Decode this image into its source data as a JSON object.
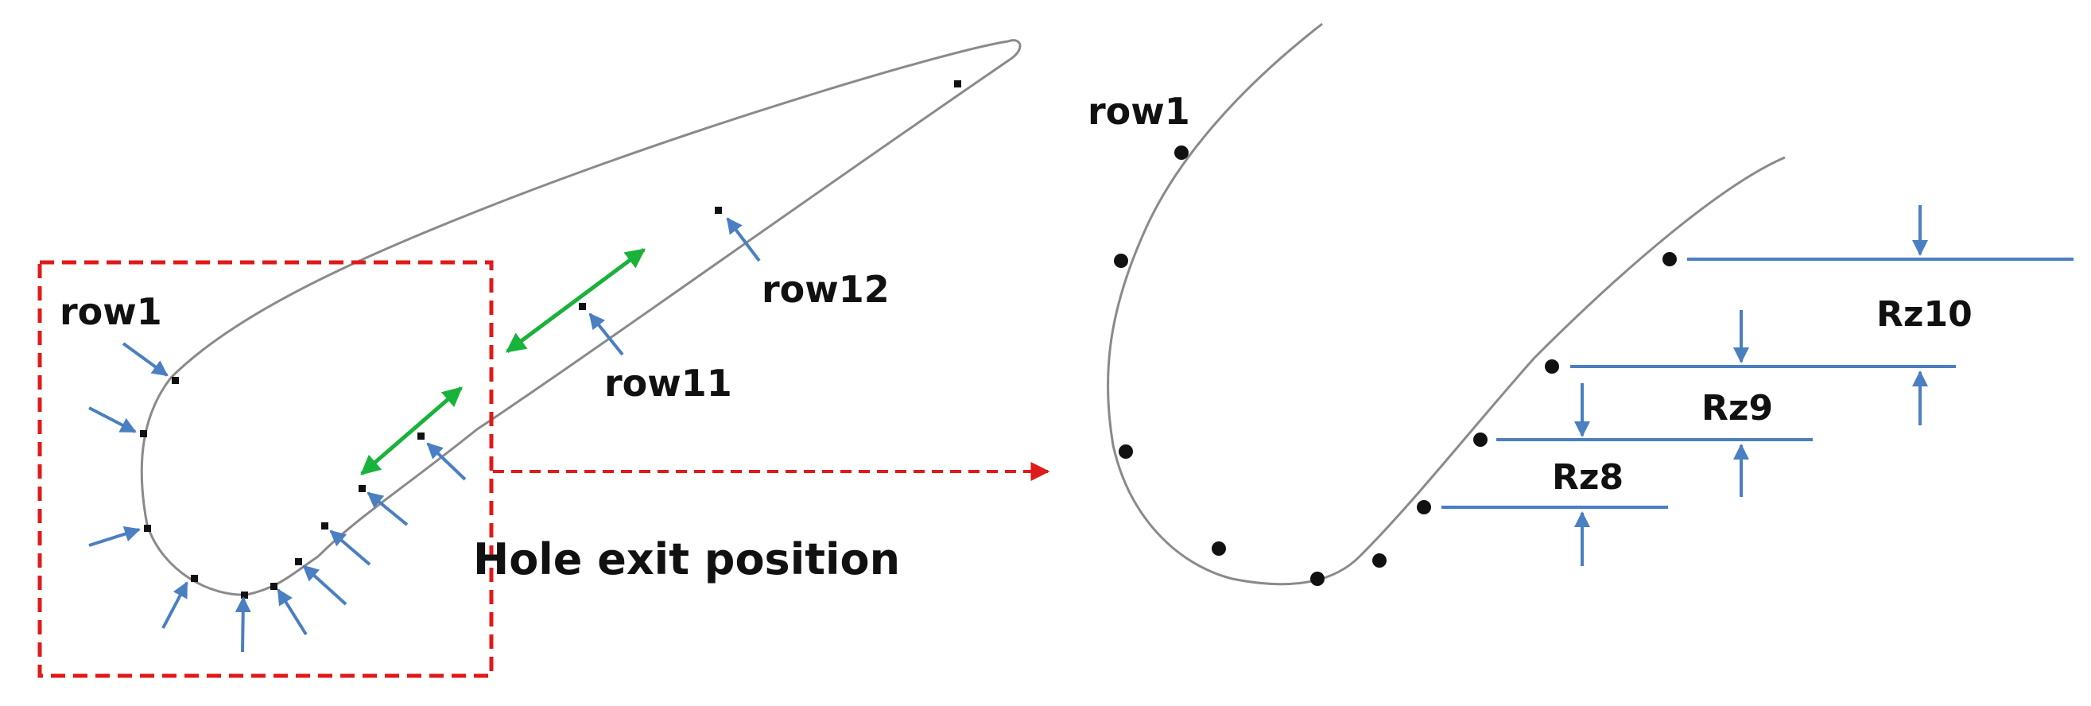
{
  "left": {
    "row1_label": "row1",
    "row11_label": "row11",
    "row12_label": "row12",
    "caption": "Hole exit position"
  },
  "right": {
    "row1_label": "row1",
    "rz8_label": "Rz8",
    "rz9_label": "Rz9",
    "rz10_label": "Rz10"
  },
  "colors": {
    "profile": "#8a8a8a",
    "arrow_blue": "#4a7fc1",
    "arrow_green": "#19b23b",
    "zoom_box": "#e01a1a"
  }
}
